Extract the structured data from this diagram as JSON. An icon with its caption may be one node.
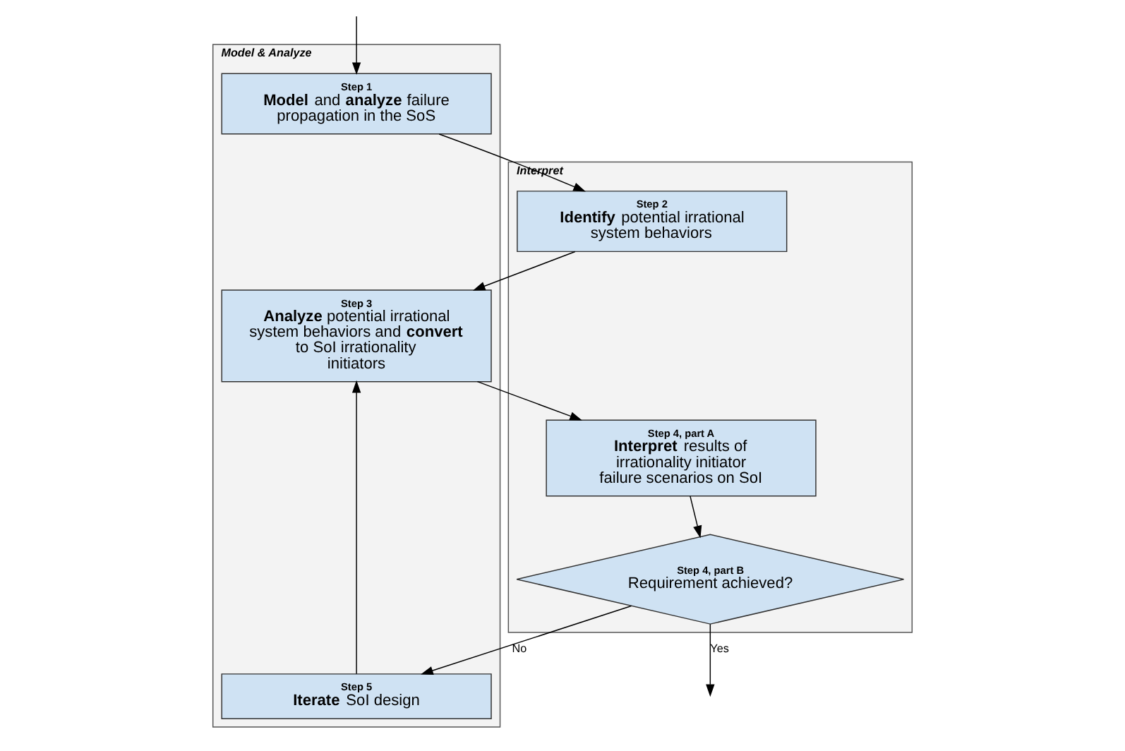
{
  "diagram": {
    "nodes": [
      {
        "text": [
          "Model & Analyze"
        ]
      },
      {
        "text": [
          "Interpret"
        ]
      },
      {
        "text": [
          "Step 1",
          "**Model** and **analyze** failure propagation in the SoS"
        ],
        "in": 0
      },
      {
        "text": [
          "Step 2",
          "**Identify** potential irrational system behaviors"
        ],
        "in": 1
      },
      {
        "text": [
          "Step 3",
          "**Analyze** potential irrational system behaviors and **convert** to SoI irrationality initiators"
        ],
        "in": 0
      },
      {
        "text": [
          "Step 4, part A",
          "**Interpret** results of irrationality initiator failure scenarios on SoI"
        ],
        "in": 1
      },
      {
        "text": [
          "Step 5",
          "**Iterate** SoI design"
        ],
        "in": 0
      },
      {
        "text": [
          "Step 4, part B",
          "Requirement achieved?"
        ],
        "in": 1
      }
    ],
    "edges": [
      {
        "from": null,
        "to": 2,
        "arrow": "to"
      },
      {
        "from": 2,
        "to": 3,
        "arrow": "to"
      },
      {
        "from": 3,
        "to": 4,
        "arrow": "to"
      },
      {
        "from": 4,
        "to": 5,
        "arrow": "to"
      },
      {
        "from": 5,
        "to": 7,
        "arrow": "to"
      },
      {
        "from": 7,
        "to": 6,
        "arrow": "to",
        "label": "No"
      },
      {
        "from": 6,
        "to": 4,
        "arrow": "to"
      },
      {
        "from": 7,
        "to": null,
        "arrow": "to",
        "label": "Yes"
      }
    ]
  }
}
